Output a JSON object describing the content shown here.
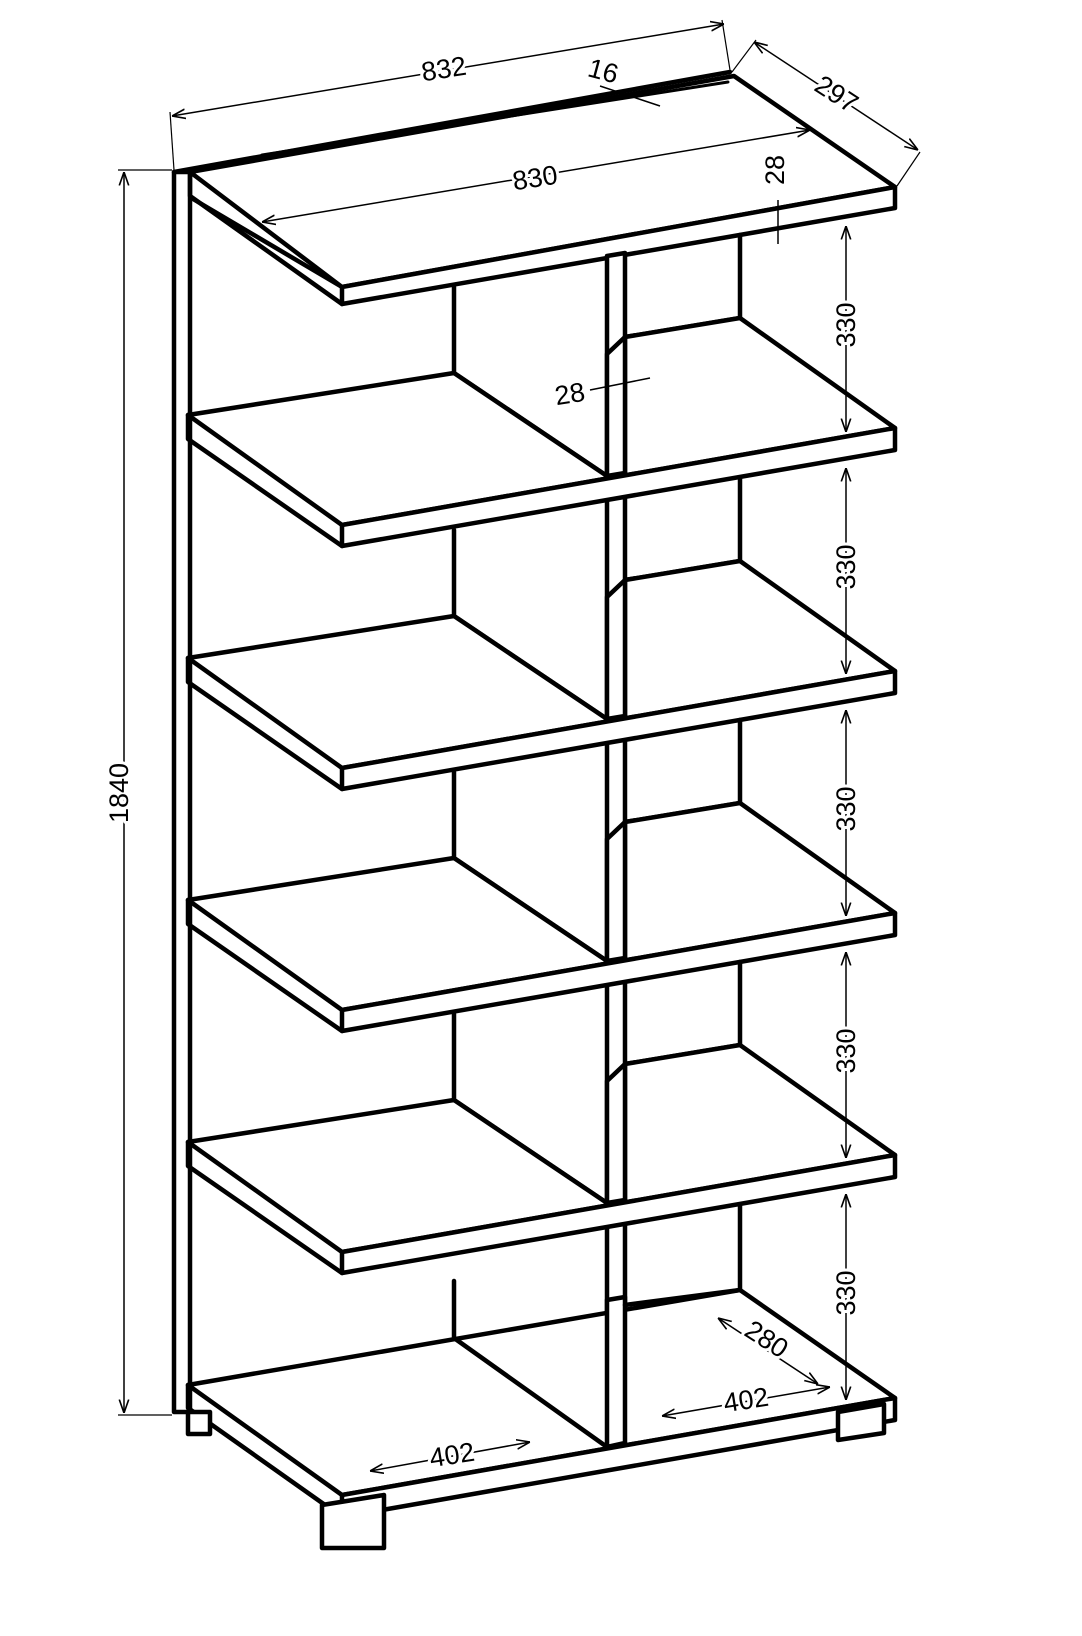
{
  "dimensions": {
    "outer_width": "832",
    "gap": "16",
    "depth": "297",
    "inner_width": "830",
    "top_thickness": "28",
    "divider_thickness": "28",
    "height": "1840",
    "compartment_heights": [
      "330",
      "330",
      "330",
      "330",
      "330"
    ],
    "inner_depth": "280",
    "right_compartment_width": "402",
    "left_compartment_width": "402"
  },
  "colors": {
    "line": "#000000",
    "background": "#ffffff"
  }
}
